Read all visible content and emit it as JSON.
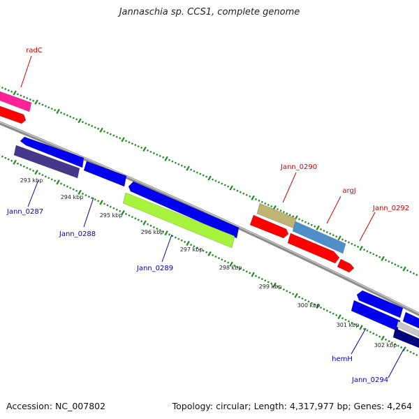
{
  "title": "Jannaschia sp. CCS1, complete genome",
  "footer": {
    "accession": "Accession: NC_007802",
    "summary": "Topology: circular; Length: 4,317,977 bp; Genes: 4,264"
  },
  "colors": {
    "backbone": "#8c8c8c",
    "tick": "#1f8a1f",
    "label_top": "#cc0000",
    "label_bottom": "#0000bb",
    "gene_red": "#ff0000",
    "gene_blue": "#0000ee",
    "gene_magenta": "#ff2299",
    "gene_navy": "#45378a",
    "gene_lime": "#a6f43c",
    "gene_khaki": "#bdb373",
    "gene_steel": "#4f8fc8",
    "gene_navy_dark": "#000080",
    "gene_silver": "#c8c8c8"
  },
  "scale_labels": [
    "293 kbp",
    "294 kbp",
    "295 kbp",
    "296 kbp",
    "297 kbp",
    "298 kbp",
    "299 kbp",
    "300 kbp",
    "301 kbp",
    "302 kbp"
  ],
  "gene_labels": {
    "top": [
      "radC",
      "Jann_0290",
      "argJ",
      "Jann_0292"
    ],
    "bottom": [
      "Jann_0287",
      "Jann_0288",
      "Jann_0289",
      "hemH",
      "Jann_0294"
    ]
  }
}
